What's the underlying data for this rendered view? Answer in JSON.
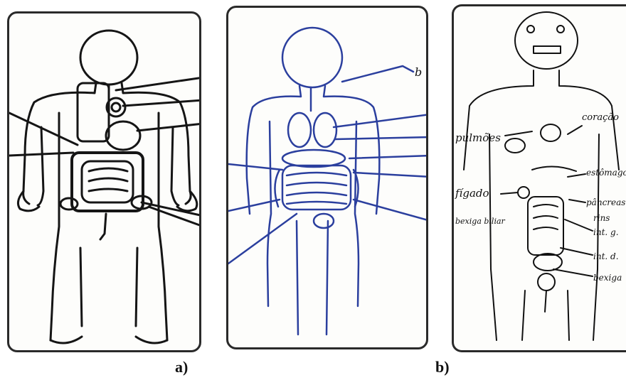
{
  "captions": {
    "a": "a)",
    "b": "b)"
  },
  "drawings": [
    {
      "id": "drawing-1",
      "ink": "#151515"
    },
    {
      "id": "drawing-2",
      "ink": "#2b3f9e"
    },
    {
      "id": "drawing-3",
      "ink": "#111111"
    }
  ],
  "handwritten_labels": {
    "panel2": [
      "b"
    ],
    "panel3": [
      "pulmões",
      "fígado",
      "bexiga biliar",
      "coração",
      "estômago",
      "pâncreas",
      "rins",
      "int. g.",
      "int. d.",
      "bexiga"
    ]
  }
}
